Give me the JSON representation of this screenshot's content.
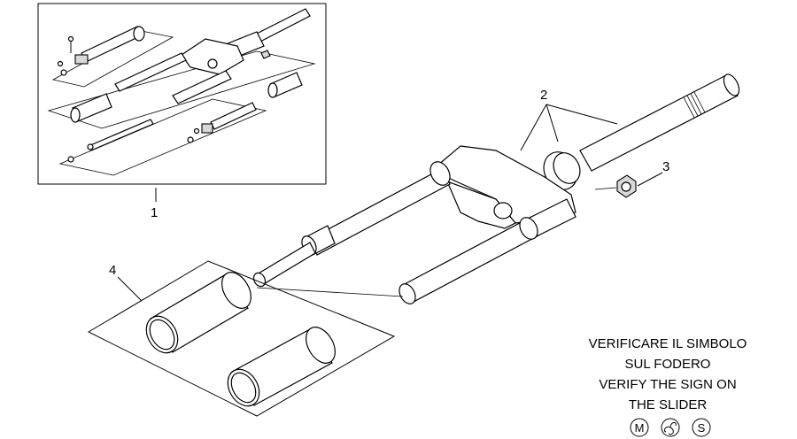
{
  "callouts": {
    "c1": "1",
    "c2": "2",
    "c3": "3",
    "c4": "4"
  },
  "note": {
    "line1": "VERIFICARE IL SIMBOLO",
    "line2": "SUL FODERO",
    "line3": "VERIFY THE SIGN ON",
    "line4": "THE SLIDER"
  },
  "symbols": {
    "m": "M",
    "s": "S",
    "middle_icon": "swirl-symbol-icon"
  }
}
